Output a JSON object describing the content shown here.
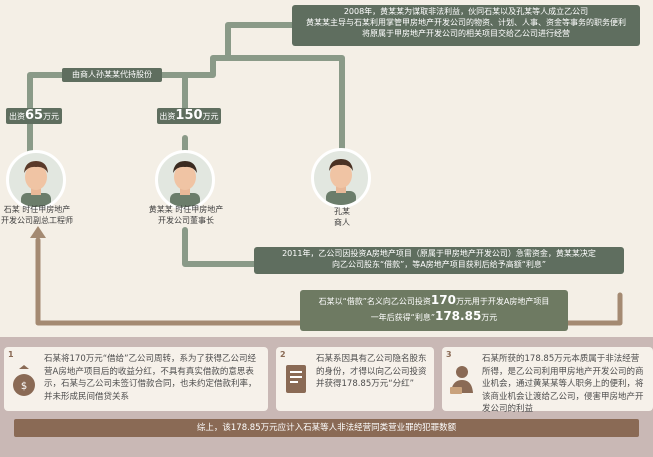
{
  "top_box": {
    "line1": "2008年，黄某某为谋取非法利益，伙同石某以及孔某等人成立乙公司",
    "line2": "黄某某主导与石某利用掌管甲房地产开发公司的物资、计划、人事、资金等事务的职务便利",
    "line3": "将原属于甲房地产开发公司的相关项目交给乙公司进行经营"
  },
  "proxy_label": "由商人孙某某代持股份",
  "invest_shi": {
    "prefix": "出资",
    "amount": "65",
    "unit": "万元"
  },
  "invest_huang": {
    "prefix": "出资",
    "amount": "150",
    "unit": "万元"
  },
  "persons": [
    {
      "line1": "石某 时任甲房地产",
      "line2": "开发公司副总工程师"
    },
    {
      "line1": "黄某某 时任甲房地产",
      "line2": "开发公司董事长"
    },
    {
      "line1": "孔某",
      "line2": "商人"
    }
  ],
  "mid_box": {
    "line1": "2011年，乙公司因投资A房地产项目（原属于甲房地产开发公司）急需资金，黄某某决定",
    "line2": "向乙公司股东“借款”，等A房地产项目获利后给予高额“利息”"
  },
  "loan_box": {
    "part1": "石某以“借款”名义向乙公司投资",
    "amount1": "170",
    "part2": "万元用于开发A房地产项目",
    "part3": "一年后获得“利息”",
    "amount2": "178.85",
    "unit2": "万元"
  },
  "cards": [
    {
      "num": "1",
      "text": "石某将170万元“借给”乙公司周转，系为了获得乙公司经营A房地产项目后的收益分红，不具有真实借款的意思表示，石某与乙公司未签订借款合同，也未约定借款利率，并未形成民间借贷关系"
    },
    {
      "num": "2",
      "text": "石某系因具有乙公司隐名股东的身份，才得以向乙公司投资并获得178.85万元“分红”"
    },
    {
      "num": "3",
      "text": "石某所获的178.85万元本质属于非法经营所得，是乙公司利用甲房地产开发公司的商业机会，通过黄某某等人职务上的便利，将该商业机会让渡给乙公司，侵害甲房地产开发公司的利益"
    }
  ],
  "summary": "综上，该178.85万元应计入石某等人非法经营同类营业罪的犯罪数额",
  "colors": {
    "dark_green": "#5f6e5f",
    "brown": "#8a6a55",
    "background": "#f4efe6",
    "band": "#c9b8b5"
  }
}
